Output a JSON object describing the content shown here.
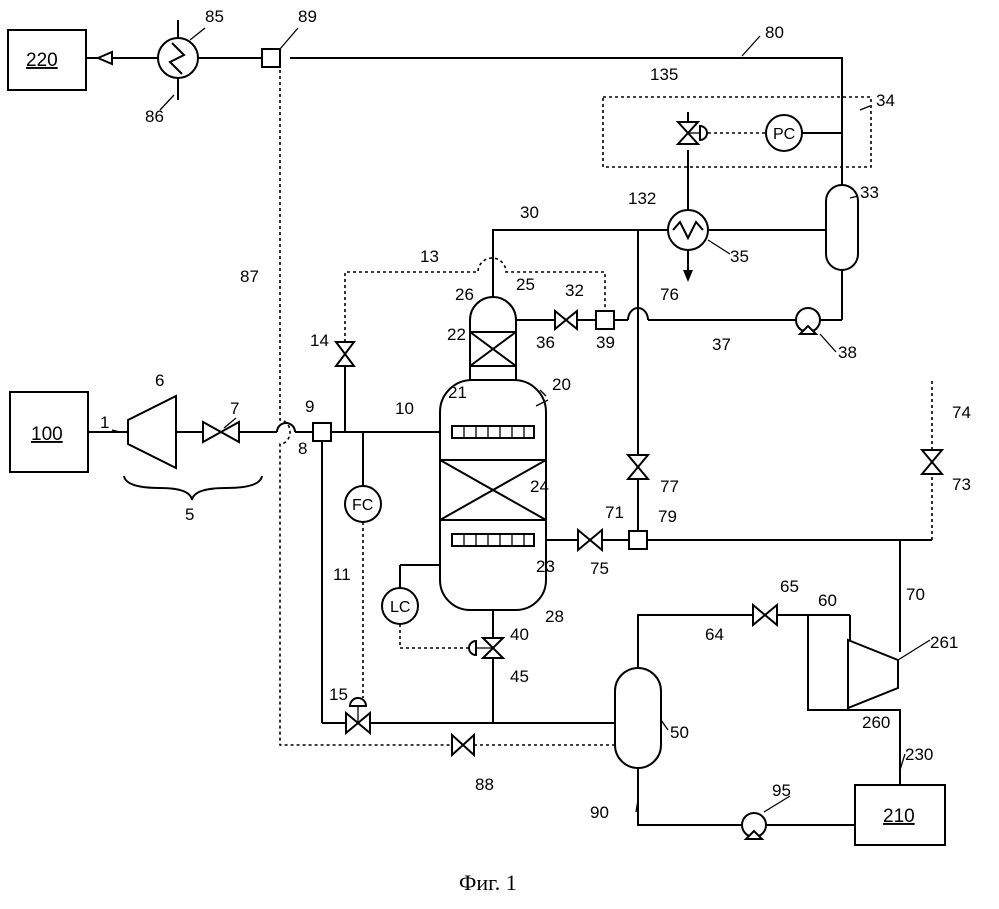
{
  "blocks": {
    "b100": "100",
    "b220": "220",
    "b210": "210"
  },
  "controllers": {
    "fc": "FC",
    "lc": "LC",
    "pc": "PC"
  },
  "refs": {
    "r1": "1",
    "r5": "5",
    "r6": "6",
    "r7": "7",
    "r8": "8",
    "r9": "9",
    "r10": "10",
    "r11": "11",
    "r13": "13",
    "r14": "14",
    "r15": "15",
    "r20": "20",
    "r21": "21",
    "r22": "22",
    "r23": "23",
    "r24": "24",
    "r25": "25",
    "r26": "26",
    "r28": "28",
    "r30": "30",
    "r32": "32",
    "r33": "33",
    "r34": "34",
    "r35": "35",
    "r36": "36",
    "r37": "37",
    "r38": "38",
    "r39": "39",
    "r40": "40",
    "r45": "45",
    "r50": "50",
    "r60": "60",
    "r64": "64",
    "r65": "65",
    "r70": "70",
    "r71": "71",
    "r73": "73",
    "r74": "74",
    "r75": "75",
    "r76": "76",
    "r77": "77",
    "r79": "79",
    "r80": "80",
    "r85": "85",
    "r86": "86",
    "r87": "87",
    "r88": "88",
    "r89": "89",
    "r90": "90",
    "r95": "95",
    "r132": "132",
    "r135": "135",
    "r230": "230",
    "r260": "260",
    "r261": "261"
  },
  "caption": "Фиг. 1"
}
